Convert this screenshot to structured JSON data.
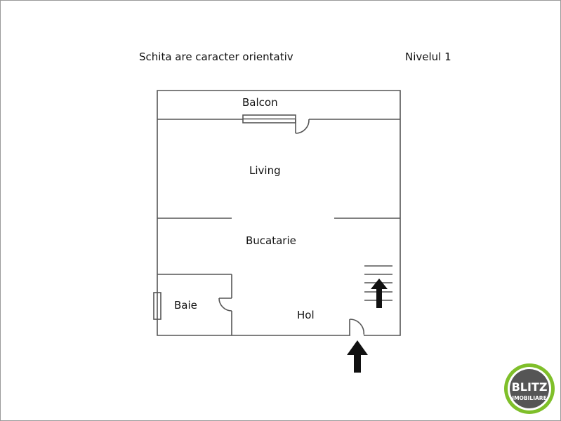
{
  "header": {
    "note": "Schita are caracter orientativ",
    "level": "Nivelul 1"
  },
  "rooms": {
    "balcon": "Balcon",
    "living": "Living",
    "bucatarie": "Bucatarie",
    "baie": "Baie",
    "hol": "Hol"
  },
  "logo": {
    "brand": "BLITZ",
    "sub": "IMOBILIARE",
    "ring_color": "#7fbf2a",
    "disc_color": "#555555"
  },
  "colors": {
    "wall": "#555555",
    "arrow": "#111111",
    "text": "#111111"
  },
  "icons": {
    "entrance": "arrow-up-icon",
    "stairs": "stairs-up-icon"
  }
}
